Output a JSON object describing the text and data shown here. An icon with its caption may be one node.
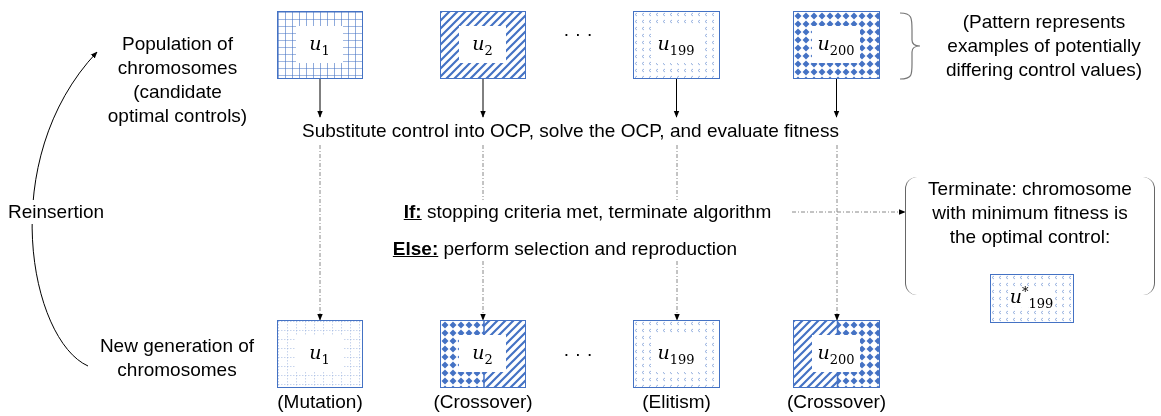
{
  "diagram": {
    "nodes": [
      {
        "text": [
          "Population of chromosomes (candidate optimal controls)"
        ]
      },
      {
        "text": [
          "*u*$_{1}$"
        ]
      },
      {
        "text": [
          "*u*$_{2}$"
        ]
      },
      {
        "text": [
          "*u*$_{199}$"
        ]
      },
      {
        "text": [
          "*u*$_{200}$"
        ]
      },
      {
        "text": [
          "Substitute control into OCP, solve the OCP, and evaluate fitness"
        ]
      },
      {
        "text": [
          "**If:** stopping criteria met, terminate algorithm"
        ]
      },
      {
        "text": [
          "**Else:** perform selection and reproduction"
        ]
      },
      {
        "text": [
          "Terminate: chromosome with minimum fitness is the optimal control:"
        ]
      },
      {
        "text": [
          "*u*$^{*}$$_{199}$"
        ]
      },
      {
        "text": [
          "New generation of chromosomes"
        ]
      },
      {
        "text": [
          "*u*$_{1}$"
        ],
        "beside": [
          "(Mutation)"
        ]
      },
      {
        "text": [
          "*u*$_{2}$"
        ],
        "beside": [
          "(Crossover)"
        ]
      },
      {
        "text": [
          "*u*$_{199}$"
        ],
        "beside": [
          "(Elitism)"
        ]
      },
      {
        "text": [
          "*u*$_{200}$"
        ],
        "beside": [
          "(Crossover)"
        ]
      }
    ],
    "edges": [
      {
        "from": 1,
        "to": 5,
        "arrow": "to",
        "color": "#000000"
      },
      {
        "from": 2,
        "to": 5,
        "arrow": "to",
        "color": "#000000"
      },
      {
        "from": 3,
        "to": 5,
        "arrow": "to",
        "color": "#000000"
      },
      {
        "from": 4,
        "to": 5,
        "arrow": "to",
        "color": "#000000"
      },
      {
        "from": 5,
        "to": 11,
        "arrow": "to",
        "style": "dashed"
      },
      {
        "from": 5,
        "to": 6,
        "arrow": "none",
        "style": "dashed"
      },
      {
        "from": 5,
        "to": 6,
        "arrow": "none",
        "style": "dashed"
      },
      {
        "from": 5,
        "to": 14,
        "arrow": "to",
        "style": "dashed"
      },
      {
        "from": 6,
        "to": 8,
        "arrow": "to",
        "style": "dashed"
      },
      {
        "from": 7,
        "to": 12,
        "arrow": "to",
        "style": "dashed"
      },
      {
        "from": 7,
        "to": 13,
        "arrow": "to",
        "style": "dashed"
      },
      {
        "from": 10,
        "to": 0,
        "arrow": "to",
        "label": "Reinsertion",
        "color": "#000000"
      }
    ],
    "labels": [
      "· · ·",
      "(Pattern represents examples of potentially differing control values)",
      "· · ·"
    ]
  }
}
